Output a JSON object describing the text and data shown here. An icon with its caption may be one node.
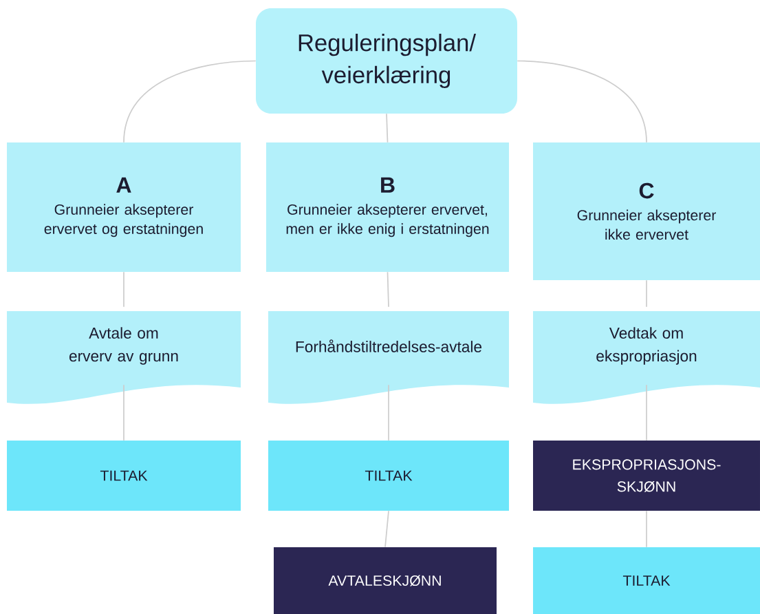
{
  "diagram": {
    "nodes": [
      {
        "text": [
          "Reguleringsplan/ veierklæring"
        ]
      },
      {
        "text": [
          "A",
          "Grunneier aksepterer ervervet og erstatningen"
        ]
      },
      {
        "text": [
          "B",
          "Grunneier aksepterer ervervet, men er ikke enig i erstatningen"
        ]
      },
      {
        "text": [
          "C",
          "Grunneier aksepterer ikke ervervet"
        ]
      },
      {
        "text": [
          "Avtale om erverv av grunn"
        ]
      },
      {
        "text": [
          "Forhåndstiltredelses-avtale"
        ]
      },
      {
        "text": [
          "Vedtak om ekspropriasjon"
        ]
      },
      {
        "text": [
          "TILTAK"
        ]
      },
      {
        "text": [
          "TILTAK"
        ]
      },
      {
        "text": [
          "EKSPROPRIASJONS-SKJØNN"
        ]
      },
      {
        "text": [
          "AVTALESKJØNN"
        ]
      },
      {
        "text": [
          "TILTAK"
        ]
      }
    ],
    "edges": [
      {
        "from": 0,
        "to": 1,
        "arrow": "none"
      },
      {
        "from": 0,
        "to": 2,
        "arrow": "none"
      },
      {
        "from": 0,
        "to": 3,
        "arrow": "none"
      },
      {
        "from": 1,
        "to": 4,
        "arrow": "none"
      },
      {
        "from": 2,
        "to": 5,
        "arrow": "none"
      },
      {
        "from": 3,
        "to": 6,
        "arrow": "none"
      },
      {
        "from": 4,
        "to": 7,
        "arrow": "none"
      },
      {
        "from": 5,
        "to": 8,
        "arrow": "none"
      },
      {
        "from": 6,
        "to": 9,
        "arrow": "none"
      },
      {
        "from": 8,
        "to": 10,
        "arrow": "none"
      },
      {
        "from": 9,
        "to": 11,
        "arrow": "none"
      }
    ]
  }
}
